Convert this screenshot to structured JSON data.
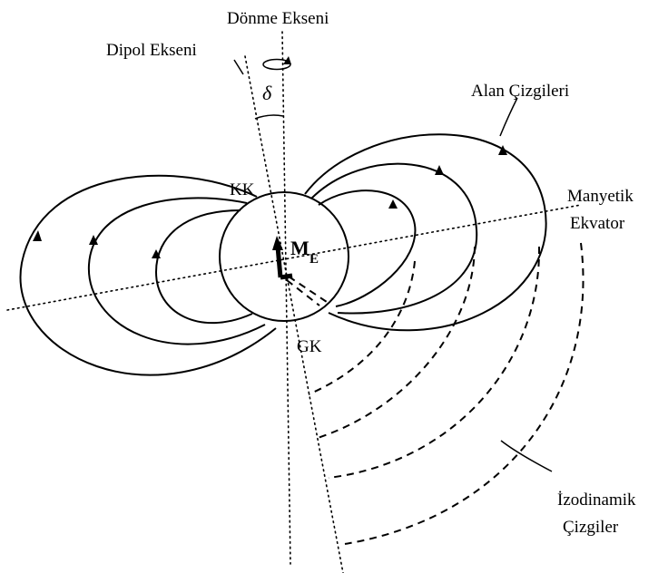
{
  "labels": {
    "rotation_axis": "Dönme Ekseni",
    "dipole_axis": "Dipol Ekseni",
    "delta": "δ",
    "field_lines": "Alan Çizgileri",
    "north_pole": "KK",
    "south_pole": "GK",
    "magnetic_equator_line1": "Manyetik",
    "magnetic_equator_line2": "Ekvator",
    "moment_main": "M",
    "moment_sub": "E",
    "isodynamic_line1": "İzodinamik",
    "isodynamic_line2": "Çizgiler"
  },
  "icons": {
    "rotation": "rotation-arrow-icon"
  }
}
